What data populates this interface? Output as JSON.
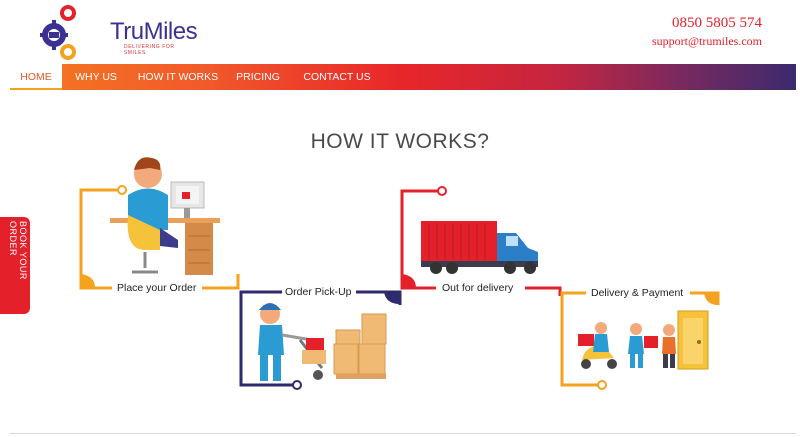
{
  "brand": {
    "name": "TruMiles",
    "tagline": "DELIVERING FOR SMILES"
  },
  "contact": {
    "phone": "0850 5805 574",
    "email": "support@trumiles.com"
  },
  "nav": {
    "items": [
      {
        "label": "HOME",
        "active": true
      },
      {
        "label": "WHY US"
      },
      {
        "label": "HOW IT WORKS"
      },
      {
        "label": "PRICING"
      },
      {
        "label": "CONTACT US"
      }
    ]
  },
  "section": {
    "title": "HOW IT WORKS?"
  },
  "side_tab": {
    "label": "BOOK YOUR ORDER"
  },
  "steps": [
    {
      "label": "Place your Order"
    },
    {
      "label": "Order Pick-Up"
    },
    {
      "label": "Out for delivery"
    },
    {
      "label": "Delivery & Payment"
    }
  ],
  "colors": {
    "accent_orange": "#f5a21e",
    "accent_red": "#e4202a",
    "navy": "#2e2a6e"
  }
}
